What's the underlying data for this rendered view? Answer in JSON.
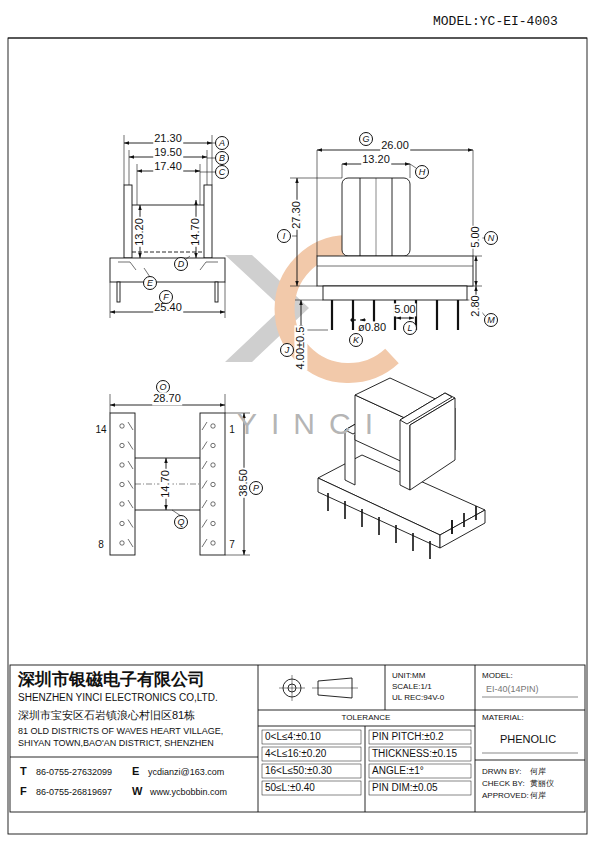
{
  "diagram": {
    "labels": [
      "MODEL:YC-EI-4003",
      "21.30",
      "A",
      "19.50",
      "B",
      "17.40",
      "C",
      "13.20",
      "E",
      "14.70",
      "D",
      "25.40",
      "F",
      "G",
      "26.00",
      "13.20",
      "H",
      "I",
      "27.30",
      "5.00",
      "N",
      "2.80",
      "M",
      "5.00",
      "L",
      "ø0.80",
      "K",
      "4.00±0.5",
      "J",
      "O",
      "28.70",
      "14",
      "1",
      "8",
      "7",
      "14.70",
      "Q",
      "38.50",
      "P",
      "YINCI",
      "深圳市银磁电子有限公司",
      "SHENZHEN YINCI ELECTRONICS CO,LTD.",
      "深圳市宝安区石岩镇浪心村旧区81栋",
      "81 OLD DISTRICTS OF WAVES HEART VILLAGE,",
      "SHIYAN TOWN,BAO'AN DISTRICT, SHENZHEN",
      "T",
      "86-0755-27632099",
      "E",
      "ycdianzi@163.com",
      "F",
      "86-0755-26819697",
      "W",
      "www.ycbobbin.com",
      "UNIT:MM",
      "SCALE:1/1",
      "UL REC:94V-0",
      "MODEL:",
      "EI-40(14PIN)",
      "TOLERANCE",
      "0<L≤4:±0.10",
      "4<L≤16:±0.20",
      "16<L≤50:±0.30",
      "50≤L:±0.40",
      "PIN PITCH:±0.2",
      "THICKNESS:±0.15",
      "ANGLE:±1°",
      "PIN DIM:±0.05",
      "MATERIAL:",
      "PHENOLIC",
      "DRWN BY:",
      "何岸",
      "CHECK BY:",
      "黄丽仪",
      "APPROVED:",
      "何岸"
    ]
  }
}
